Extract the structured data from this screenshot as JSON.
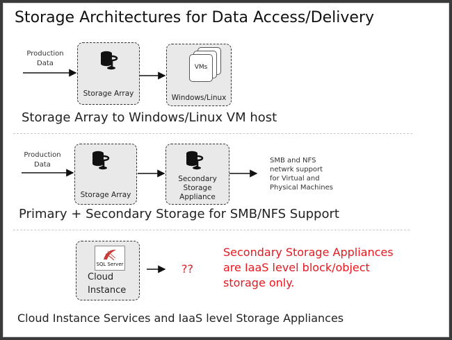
{
  "title": "Storage Architectures for Data Access/Delivery",
  "section1": {
    "input_label": "Production\nData",
    "box1_label": "Storage Array",
    "vms_label": "VMs",
    "box2_label": "Windows/Linux",
    "caption": "Storage Array to Windows/Linux VM host"
  },
  "section2": {
    "input_label": "Production\nData",
    "box1_label": "Storage Array",
    "box2_label": "Secondary\nStorage\nAppliance",
    "note": "SMB and NFS\nnetwrk support\nfor Virtual and\nPhysical Machines",
    "caption": "Primary + Secondary Storage for SMB/NFS Support"
  },
  "section3": {
    "logo_text": "SQL Server",
    "box_label": "Cloud\nInstance",
    "question": "??",
    "red_note": "Secondary Storage Appliances\nare IaaS level block/object\nstorage only.",
    "caption": "Cloud Instance Services and IaaS level Storage Appliances"
  },
  "colors": {
    "accent_red": "#e8171f",
    "box_fill": "#e9e9e9"
  }
}
